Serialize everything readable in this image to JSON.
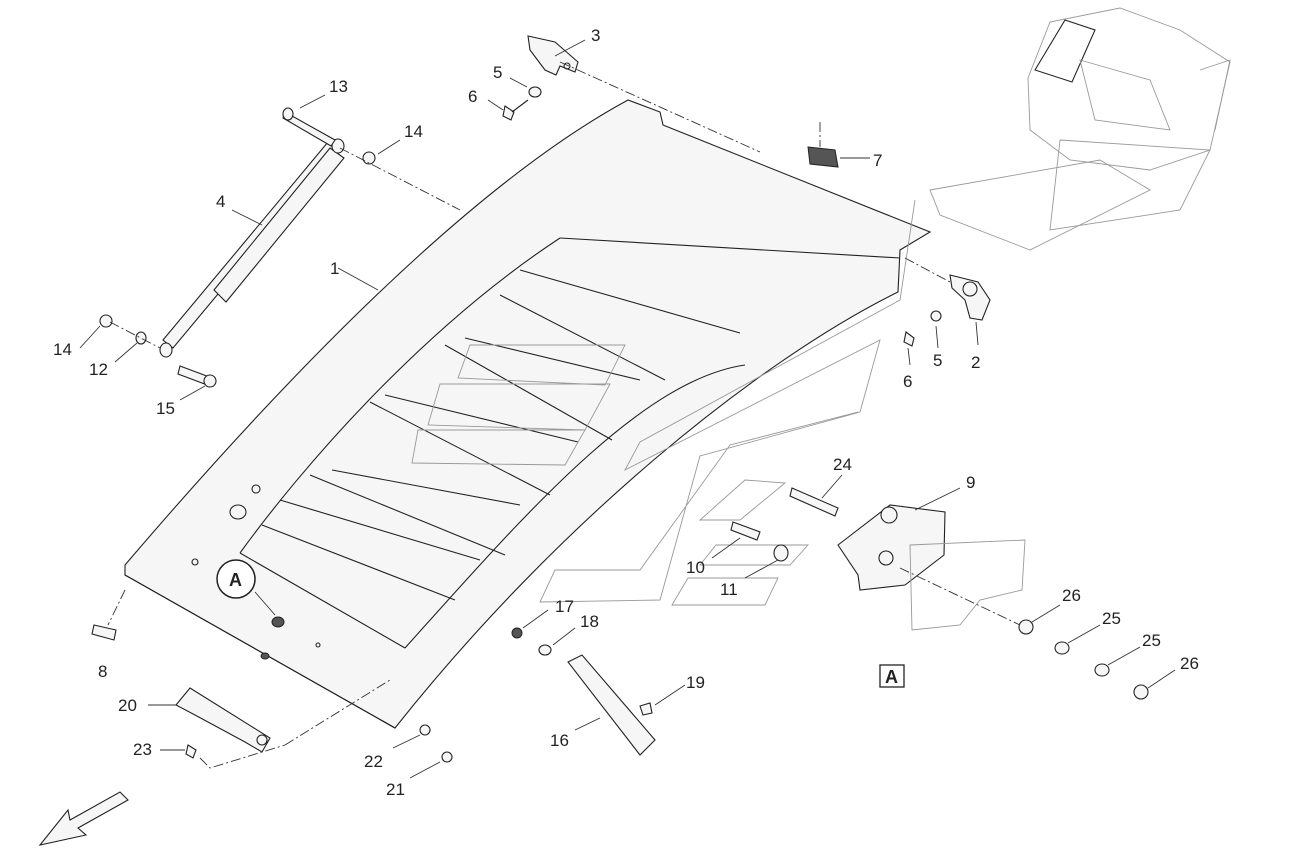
{
  "callouts": {
    "c1": "1",
    "c2": "2",
    "c3": "3",
    "c4": "4",
    "c5a": "5",
    "c5b": "5",
    "c6a": "6",
    "c6b": "6",
    "c7": "7",
    "c8": "8",
    "c9": "9",
    "c10": "10",
    "c11": "11",
    "c12": "12",
    "c13": "13",
    "c14a": "14",
    "c14b": "14",
    "c15": "15",
    "c16": "16",
    "c17": "17",
    "c18": "18",
    "c19": "19",
    "c20": "20",
    "c21": "21",
    "c22": "22",
    "c23": "23",
    "c24": "24",
    "c25a": "25",
    "c25b": "25",
    "c26a": "26",
    "c26b": "26"
  },
  "detail": {
    "marker": "A",
    "view_label": "A"
  }
}
